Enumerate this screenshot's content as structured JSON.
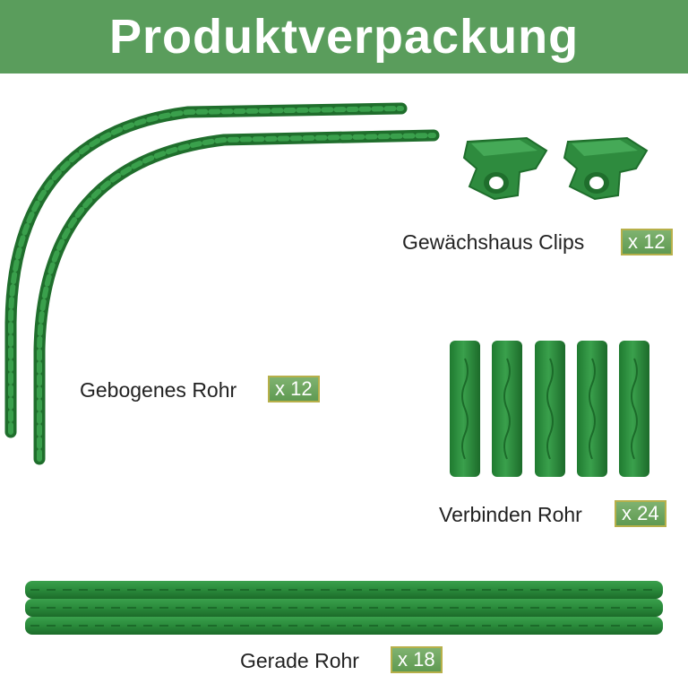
{
  "header": {
    "title": "Produktverpackung"
  },
  "colors": {
    "header_bg": "#5a9d5c",
    "part_green": "#2e8b3e",
    "part_dark": "#1f6e2c",
    "badge_bg": "#6aa55c"
  },
  "items": [
    {
      "name": "Gewächshaus Clips",
      "count": "x 12",
      "icon": "greenhouse-clip-icon"
    },
    {
      "name": "Gebogenes Rohr",
      "count": "x 12",
      "icon": "curved-tube-icon"
    },
    {
      "name": "Verbinden Rohr",
      "count": "x 24",
      "icon": "connector-tube-icon"
    },
    {
      "name": "Gerade Rohr",
      "count": "x 18",
      "icon": "straight-tube-icon"
    }
  ]
}
